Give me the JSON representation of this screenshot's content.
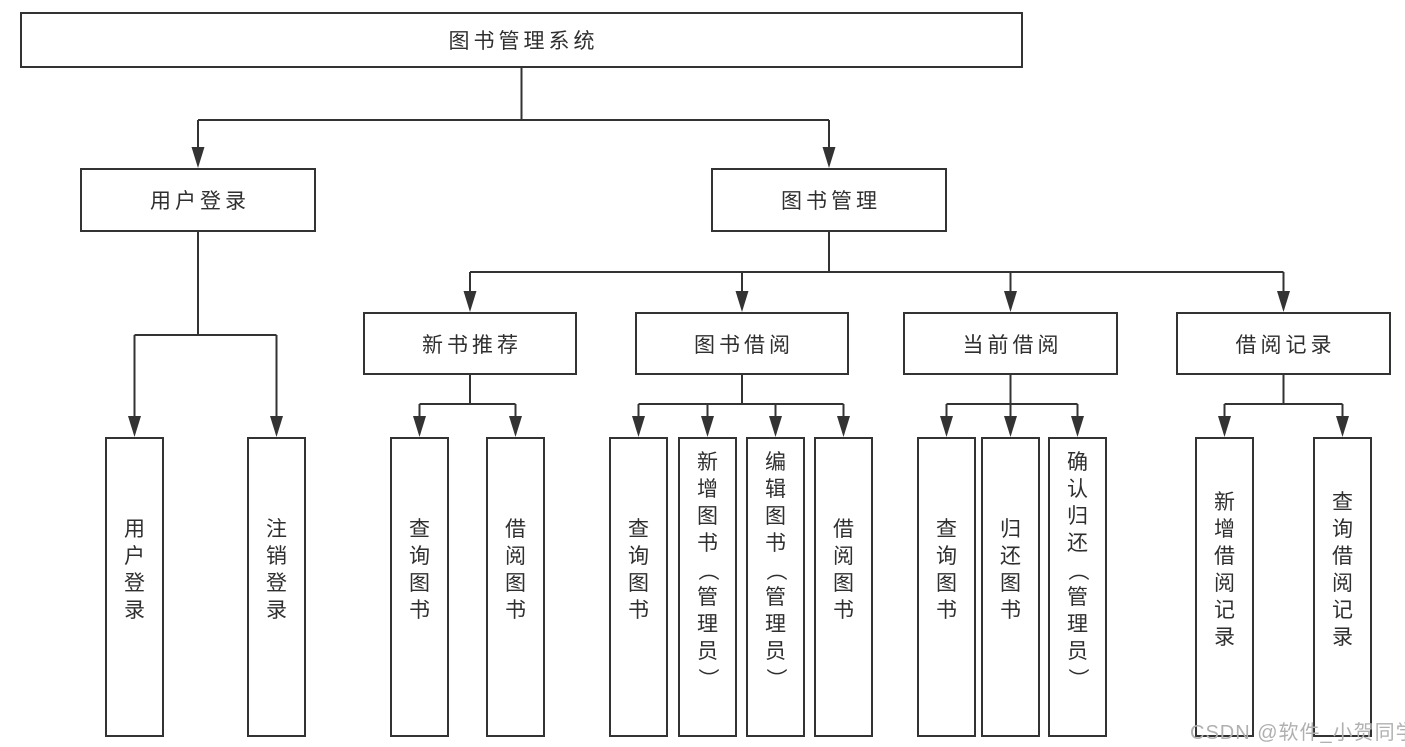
{
  "diagram": {
    "type": "tree",
    "levels": 4,
    "colors": {
      "background": "#ffffff",
      "box_border": "#333333",
      "line": "#333333",
      "text": "#2f2f2f",
      "watermark_text": "#b0b0b0"
    }
  },
  "nodes": {
    "root": "图书管理系统",
    "level1": [
      {
        "label": "用户登录"
      },
      {
        "label": "图书管理"
      }
    ],
    "level2": [
      {
        "label": "新书推荐",
        "parent": "图书管理"
      },
      {
        "label": "图书借阅",
        "parent": "图书管理"
      },
      {
        "label": "当前借阅",
        "parent": "图书管理"
      },
      {
        "label": "借阅记录",
        "parent": "图书管理"
      }
    ]
  },
  "leaves": [
    {
      "label": "用户登录",
      "parent": "用户登录"
    },
    {
      "label": "注销登录",
      "parent": "用户登录"
    },
    {
      "label": "查询图书",
      "parent": "新书推荐"
    },
    {
      "label": "借阅图书",
      "parent": "新书推荐"
    },
    {
      "label": "查询图书",
      "parent": "图书借阅"
    },
    {
      "label": "新增图书（管理员）",
      "parent": "图书借阅"
    },
    {
      "label": "编辑图书（管理员）",
      "parent": "图书借阅"
    },
    {
      "label": "借阅图书",
      "parent": "图书借阅"
    },
    {
      "label": "查询图书",
      "parent": "当前借阅"
    },
    {
      "label": "归还图书",
      "parent": "当前借阅"
    },
    {
      "label": "确认归还（管理员）",
      "parent": "当前借阅"
    },
    {
      "label": "新增借阅记录",
      "parent": "借阅记录"
    },
    {
      "label": "查询借阅记录",
      "parent": "借阅记录"
    }
  ],
  "watermark": "CSDN @软件_小贺同学"
}
